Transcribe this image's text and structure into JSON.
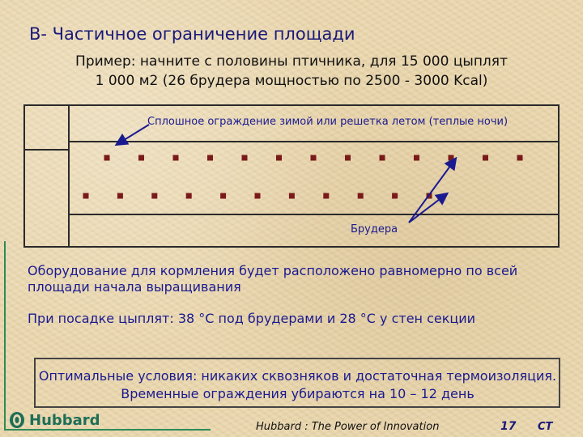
{
  "slide": {
    "title": "B- Частичное ограничение площади",
    "subtitle_line1": "Пример: начните с половины птичника, для 15 000 цыплят",
    "subtitle_line2": "1 000 м2 (26 брудера мощностью по 2500 - 3000 Kcal)",
    "fence_label": "Сплошное ограждение зимой или решетка летом (теплые ночи)",
    "brooder_label": "Брудера",
    "feeding_text": "Оборудование для кормления будет расположено равномерно по всей площади начала выращивания",
    "temperature_text": "При посадке цыплят: 38 °C под брудерами и 28 °C у стен секции",
    "optimal_text": "Оптимальные условия: никаких сквозняков и достаточная термоизоляция. Временные ограждения убираются на 10 – 12 день"
  },
  "diagram": {
    "brooder_rows": [
      13,
      11
    ],
    "brooder_color": "#7a1a1a",
    "arrow_color": "#1a1a90"
  },
  "footer": {
    "logo": "Hubbard",
    "tagline": "Hubbard : The Power of Innovation",
    "page": "17",
    "initials": "CT"
  }
}
